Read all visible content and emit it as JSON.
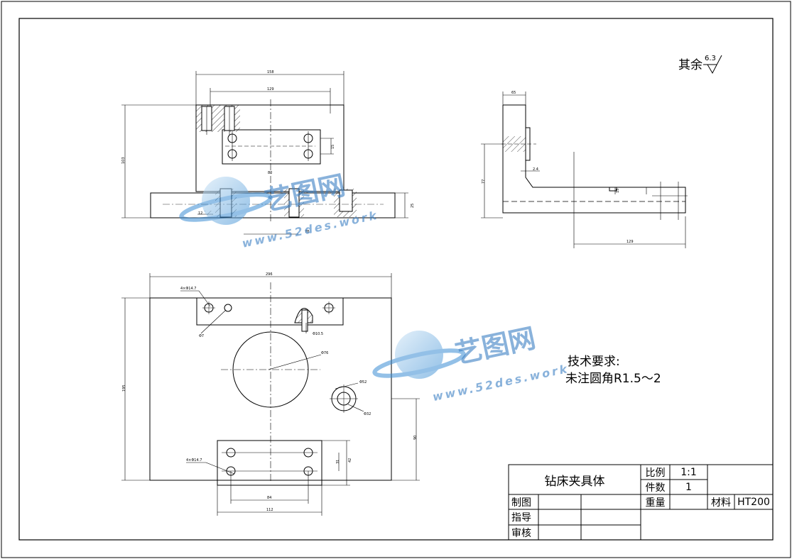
{
  "surface_roughness": {
    "label": "其余",
    "value": "6.3"
  },
  "technical_requirements": {
    "heading": "技术要求:",
    "line1": "未注圆角R1.5～2"
  },
  "title_block": {
    "part_name": "钻床夹具体",
    "scale_label": "比例",
    "scale_value": "1:1",
    "quantity_label": "件数",
    "quantity_value": "1",
    "weight_label": "重量",
    "material_label": "材料",
    "material_value": "HT200",
    "drawn_label": "制图",
    "guide_label": "指导",
    "review_label": "审核"
  },
  "watermark": {
    "brand": "艺图网",
    "url": "www.52des.work"
  },
  "dimensions": {
    "front_top_width": "158",
    "front_inner_width": "129",
    "front_height": "103",
    "front_slot": "15",
    "front_center": "80",
    "front_base_height": "25",
    "front_bottom": "78",
    "front_small": "12",
    "side_top": "65",
    "side_height": "77",
    "side_web": "2.4",
    "side_step": "15",
    "side_bottom": "129",
    "plan_width": "296",
    "plan_height": "195",
    "plan_hole_top": "4×Φ14.7",
    "plan_hole_small": "Φ7",
    "plan_slot": "Φ10.5",
    "plan_bore": "Φ76",
    "plan_ring_outer": "Φ52",
    "plan_ring_inner": "Φ32",
    "plan_right_v": "90",
    "plan_bot_holes": "4×Φ14.7",
    "plan_bot_h1": "31",
    "plan_bot_h2": "42",
    "plan_bot_w1": "84",
    "plan_bot_w2": "112"
  }
}
